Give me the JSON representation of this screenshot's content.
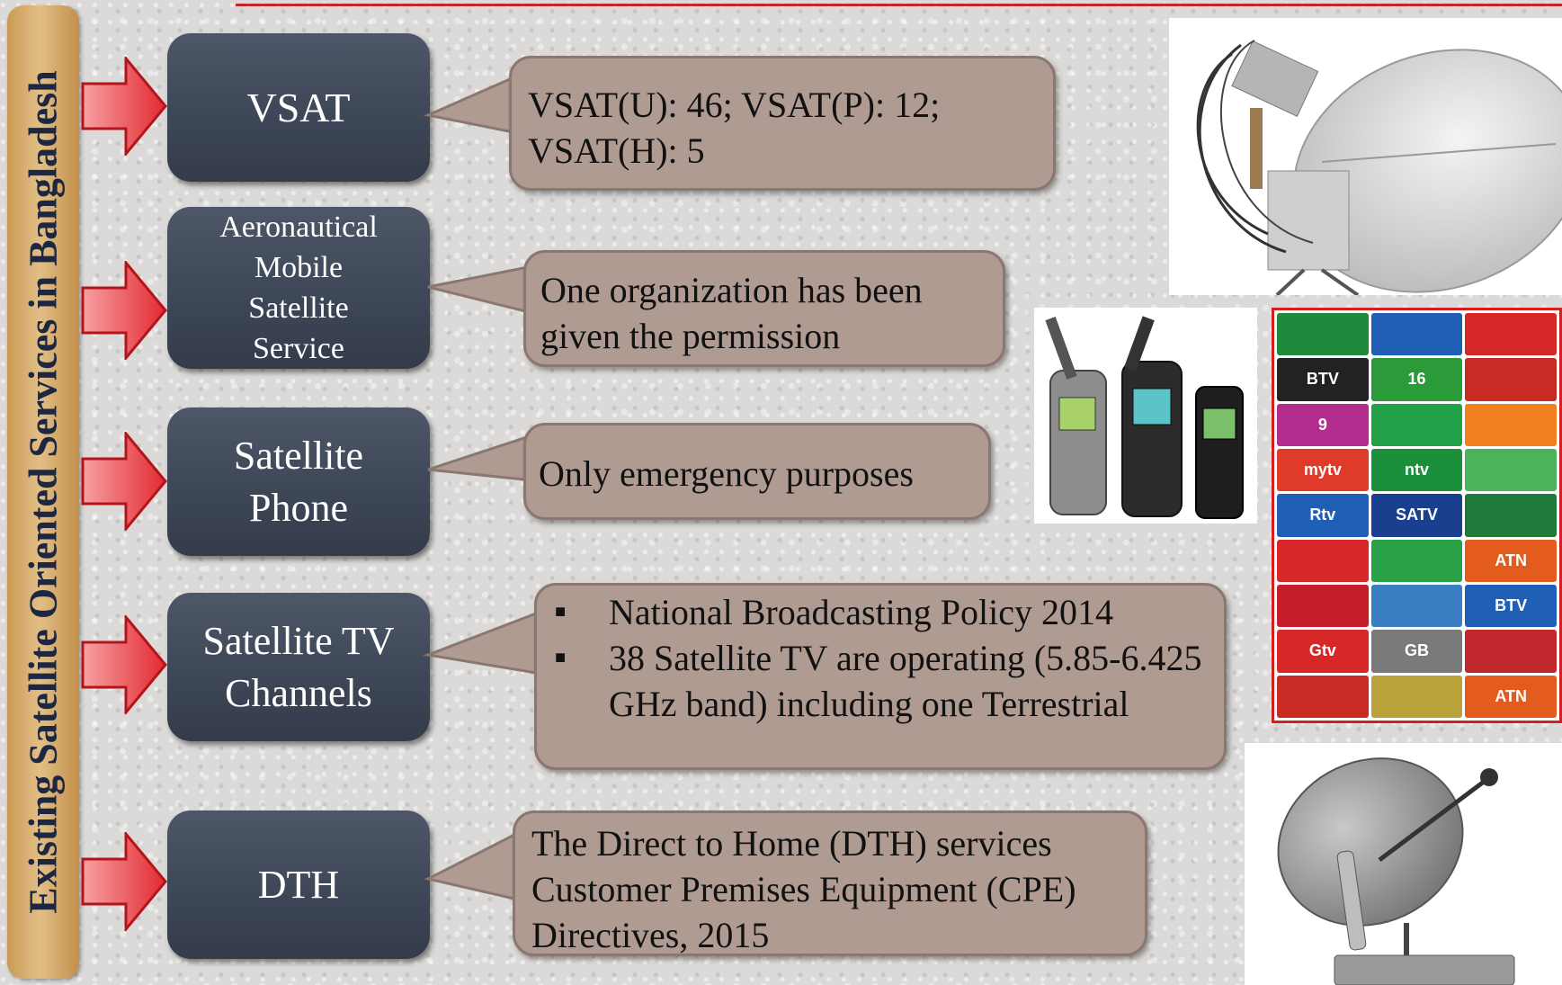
{
  "title": "Existing Satellite Oriented Services in Bangladesh",
  "services": [
    {
      "label": "VSAT",
      "detail": "VSAT(U): 46; VSAT(P): 12;\nVSAT(H): 5"
    },
    {
      "label": "Aeronautical\nMobile\nSatellite\nService",
      "detail": "One organization has been\ngiven the permission"
    },
    {
      "label": "Satellite\nPhone",
      "detail": "Only emergency purposes"
    },
    {
      "label": "Satellite TV\nChannels",
      "bullets": [
        "National Broadcasting Policy 2014",
        "38 Satellite TV are operating (5.85-6.425 GHz band) including one Terrestrial"
      ]
    },
    {
      "label": "DTH",
      "detail": "The Direct to Home (DTH) services\nCustomer Premises Equipment (CPE)\nDirectives, 2015"
    }
  ],
  "tv_logos": [
    "",
    "",
    "",
    "BTV",
    "16",
    "",
    "9",
    "",
    "",
    "mytv",
    "ntv",
    "",
    "Rtv",
    "SATV",
    "",
    "",
    "",
    "ATN",
    "",
    "",
    "BTV",
    "Gtv",
    "GB",
    "",
    "",
    "",
    "ATN"
  ],
  "colors": {
    "box": "#3d4656",
    "callout": "#b09b92",
    "arrow": "#e8383d",
    "title_bar": "#d8b27a",
    "title_text": "#1d2742"
  }
}
